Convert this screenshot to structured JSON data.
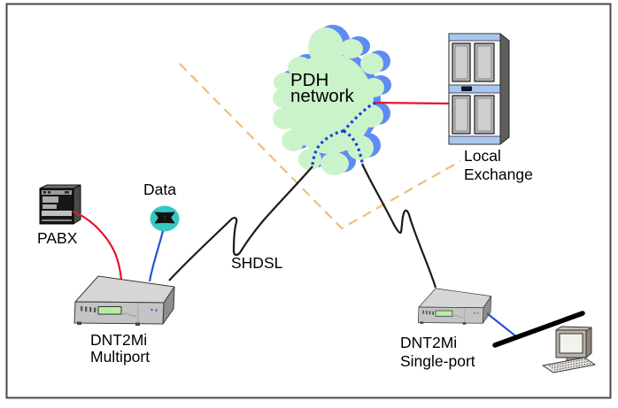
{
  "figure": {
    "type": "network-topology-diagram",
    "labels": {
      "pdh": [
        "PDH",
        "network"
      ],
      "local_exchange": [
        "Local",
        "Exchange"
      ],
      "pabx": "PABX",
      "data": "Data",
      "shdsl": "SHDSL",
      "multiport": [
        "DNT2Mi",
        "Multiport"
      ],
      "single_port": [
        "DNT2Mi",
        "Single-port"
      ]
    },
    "colors": {
      "line_red": "#E8112D",
      "line_blue": "#2453D6",
      "line_black": "#1A1A1A",
      "dash_orange": "#F0BD7C",
      "dot_blue": "#1540D8",
      "cloud_green": "#CBF3CA",
      "cloud_blue": "#5E8CF2",
      "node_teal": "#38C7C4",
      "lcd_green": "#B9EBA4",
      "cabinet_blue": "#A9C7EC"
    },
    "nodes": [
      {
        "id": "pabx",
        "label": "PABX",
        "icon": "pbx-tower"
      },
      {
        "id": "data",
        "label": "Data",
        "icon": "data-node"
      },
      {
        "id": "multiport",
        "label": "DNT2Mi Multiport",
        "icon": "modem"
      },
      {
        "id": "single_port",
        "label": "DNT2Mi Single-port",
        "icon": "modem"
      },
      {
        "id": "pdh",
        "label": "PDH network",
        "icon": "cloud"
      },
      {
        "id": "local_exchange",
        "label": "Local Exchange",
        "icon": "exchange-cabinet"
      },
      {
        "id": "lan",
        "label": "",
        "icon": "lan-segment"
      },
      {
        "id": "pc",
        "label": "",
        "icon": "desktop-computer"
      }
    ],
    "connections": [
      {
        "from": "pabx",
        "to": "multiport",
        "color": "line_red",
        "style": "solid-curve"
      },
      {
        "from": "data",
        "to": "multiport",
        "color": "line_blue",
        "style": "solid-curve"
      },
      {
        "from": "multiport",
        "to": "pdh",
        "color": "line_black",
        "style": "coiled",
        "label": "SHDSL"
      },
      {
        "from": "single_port",
        "to": "pdh",
        "color": "line_black",
        "style": "coiled",
        "label": "SHDSL"
      },
      {
        "from": "pdh",
        "to": "local_exchange",
        "color": "line_red",
        "style": "solid"
      },
      {
        "from": "single_port",
        "to": "lan",
        "color": "line_blue",
        "style": "solid"
      },
      {
        "id": "pdh_internal_y",
        "color": "dot_blue",
        "style": "dotted"
      },
      {
        "id": "boundary",
        "color": "dash_orange",
        "style": "dashed-v"
      }
    ]
  }
}
